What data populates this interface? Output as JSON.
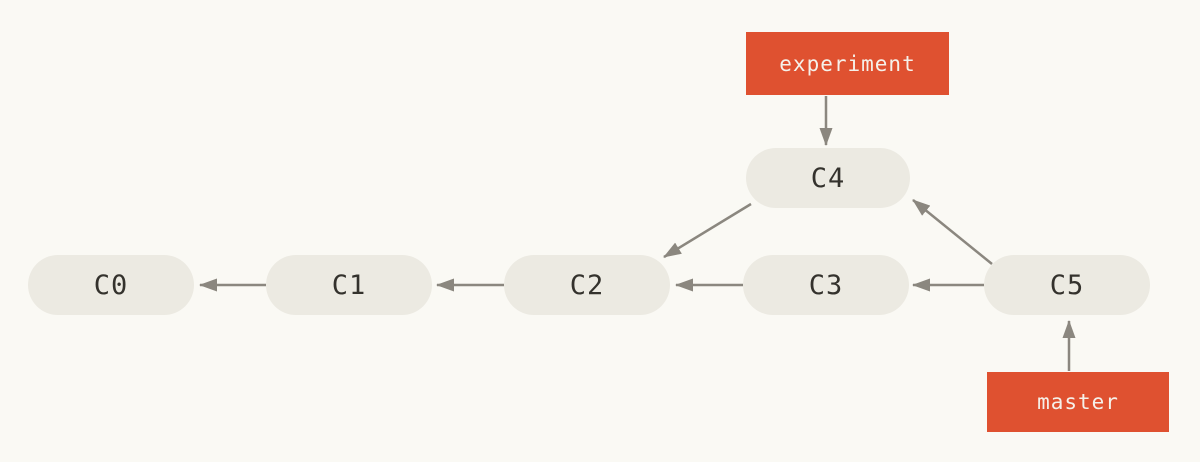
{
  "diagram": {
    "kind": "git-commit-graph"
  },
  "nodes": [
    {
      "id": "C0",
      "label": "C0"
    },
    {
      "id": "C1",
      "label": "C1"
    },
    {
      "id": "C2",
      "label": "C2"
    },
    {
      "id": "C3",
      "label": "C3"
    },
    {
      "id": "C4",
      "label": "C4"
    },
    {
      "id": "C5",
      "label": "C5"
    }
  ],
  "branches": [
    {
      "label": "experiment",
      "points_to": "C4"
    },
    {
      "label": "master",
      "points_to": "C5"
    }
  ],
  "edges": [
    {
      "from": "C1",
      "to": "C0"
    },
    {
      "from": "C2",
      "to": "C1"
    },
    {
      "from": "C3",
      "to": "C2"
    },
    {
      "from": "C4",
      "to": "C2"
    },
    {
      "from": "C5",
      "to": "C3"
    },
    {
      "from": "C5",
      "to": "C4"
    },
    {
      "from": "experiment",
      "to": "C4"
    },
    {
      "from": "master",
      "to": "C5"
    }
  ],
  "colors": {
    "background": "#FAF9F4",
    "node_fill": "#ECEAE2",
    "node_text": "#34322D",
    "branch_fill": "#DF5130",
    "branch_text": "#F5F1EA",
    "arrow": "#8B877F"
  }
}
